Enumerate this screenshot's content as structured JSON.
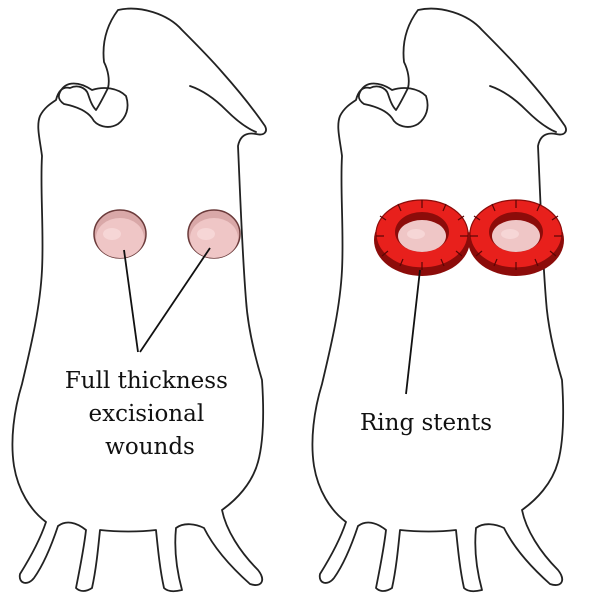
{
  "panels": [
    {
      "id": "wounds",
      "label_lines": [
        "Full thickness",
        "excisional",
        "wounds"
      ]
    },
    {
      "id": "stents",
      "label_lines": [
        "Ring stents"
      ]
    }
  ],
  "colors": {
    "wound_fill": "#efc6c6",
    "wound_edge": "#7a4a4a",
    "stent_red": "#e8201c",
    "stent_dark": "#8c0c0a",
    "outline": "#222222"
  }
}
